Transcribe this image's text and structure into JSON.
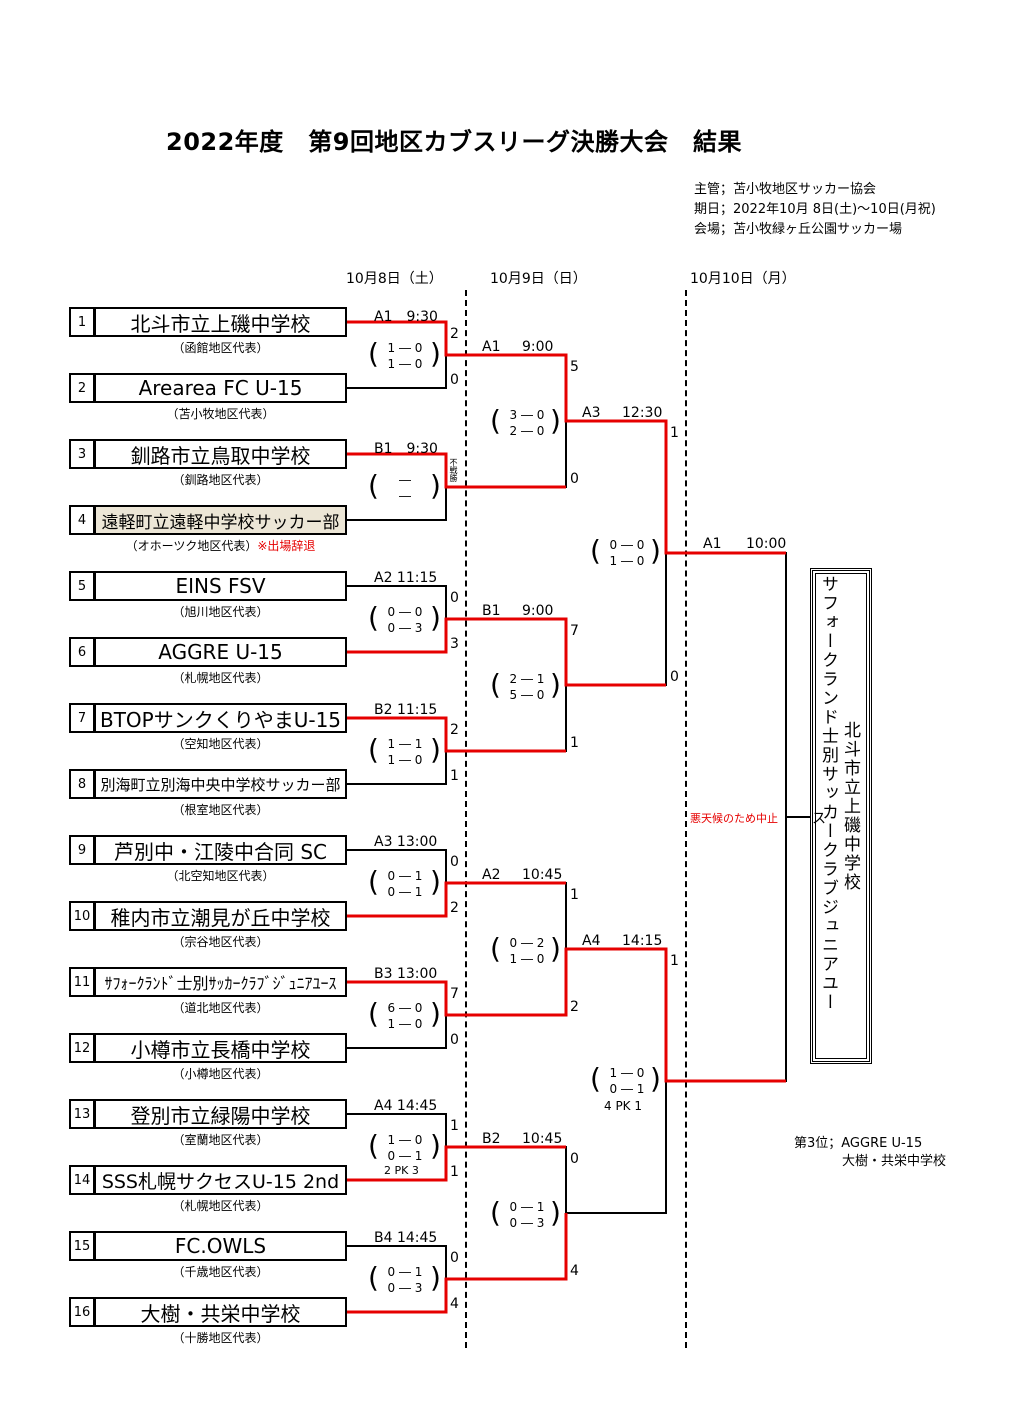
{
  "title": "2022年度　第9回地区カブスリーグ決勝大会　結果",
  "info": {
    "organizer": "主管；苫小牧地区サッカー協会",
    "dates": "期日；2022年10月 8日(土)～10日(月祝)",
    "venue": "会場；苫小牧緑ヶ丘公園サッカー場"
  },
  "days": [
    "10月8日（土）",
    "10月9日（日）",
    "10月10日（月）"
  ],
  "teams": [
    {
      "no": "1",
      "name": "北斗市立上磯中学校",
      "region": "（函館地区代表）"
    },
    {
      "no": "2",
      "name": "Arearea FC U-15",
      "region": "（苫小牧地区代表）"
    },
    {
      "no": "3",
      "name": "釧路市立鳥取中学校",
      "region": "（釧路地区代表）"
    },
    {
      "no": "4",
      "name": "遠軽町立遠軽中学校サッカー部",
      "region": "（オホーツク地区代表）",
      "note": "※出場辞退"
    },
    {
      "no": "5",
      "name": "EINS FSV",
      "region": "（旭川地区代表）"
    },
    {
      "no": "6",
      "name": "AGGRE U-15",
      "region": "（札幌地区代表）"
    },
    {
      "no": "7",
      "name": "BTOPサンクくりやまU-15",
      "region": "（空知地区代表）"
    },
    {
      "no": "8",
      "name": "別海町立別海中央中学校サッカー部",
      "region": "（根室地区代表）"
    },
    {
      "no": "9",
      "name": "芦別中・江陵中合同 SC",
      "region": "（北空知地区代表）"
    },
    {
      "no": "10",
      "name": "稚内市立潮見が丘中学校",
      "region": "（宗谷地区代表）"
    },
    {
      "no": "11",
      "name": "ｻﾌｫｰｸﾗﾝﾄﾞ士別ｻｯｶｰｸﾗﾌﾞｼﾞｭﾆｱﾕｰｽ",
      "region": "（道北地区代表）"
    },
    {
      "no": "12",
      "name": "小樽市立長橋中学校",
      "region": "（小樽地区代表）"
    },
    {
      "no": "13",
      "name": "登別市立緑陽中学校",
      "region": "（室蘭地区代表）"
    },
    {
      "no": "14",
      "name": "SSS札幌サクセスU-15 2nd",
      "region": "（札幌地区代表）"
    },
    {
      "no": "15",
      "name": "FC.OWLS",
      "region": "（千歳地区代表）"
    },
    {
      "no": "16",
      "name": "大樹・共栄中学校",
      "region": "（十勝地区代表）"
    }
  ],
  "round1": [
    {
      "label": "A1　9:30",
      "s1": "2",
      "s2": "0",
      "h1": "1 ― 0",
      "h2": "1 ― 0"
    },
    {
      "label": "B1　9:30",
      "s1": "",
      "s2": "",
      "h1": "―",
      "h2": "―",
      "note": "不戦勝"
    },
    {
      "label": "A2 11:15",
      "s1": "0",
      "s2": "3",
      "h1": "0 ― 0",
      "h2": "0 ― 3"
    },
    {
      "label": "B2 11:15",
      "s1": "2",
      "s2": "1",
      "h1": "1 ― 1",
      "h2": "1 ― 0"
    },
    {
      "label": "A3 13:00",
      "s1": "0",
      "s2": "2",
      "h1": "0 ― 1",
      "h2": "0 ― 1"
    },
    {
      "label": "B3 13:00",
      "s1": "7",
      "s2": "0",
      "h1": "6 ― 0",
      "h2": "1 ― 0"
    },
    {
      "label": "A4 14:45",
      "s1": "1",
      "s2": "1",
      "h1": "1 ― 0",
      "h2": "0 ― 1",
      "pk": "2  PK  3"
    },
    {
      "label": "B4 14:45",
      "s1": "0",
      "s2": "4",
      "h1": "0 ― 1",
      "h2": "0 ― 3"
    }
  ],
  "round2": [
    {
      "label": "A1",
      "time": "9:00",
      "s1": "5",
      "s2": "0",
      "h1": "3 ― 0",
      "h2": "2 ― 0"
    },
    {
      "label": "B1",
      "time": "9:00",
      "s1": "7",
      "s2": "1",
      "h1": "2 ― 1",
      "h2": "5 ― 0"
    },
    {
      "label": "A2",
      "time": "10:45",
      "s1": "1",
      "s2": "2",
      "h1": "0 ― 2",
      "h2": "1 ― 0"
    },
    {
      "label": "B2",
      "time": "10:45",
      "s1": "0",
      "s2": "4",
      "h1": "0 ― 1",
      "h2": "0 ― 3"
    }
  ],
  "semis": [
    {
      "label": "A3",
      "time": "12:30",
      "s1": "1",
      "s2": "0",
      "h1": "0 ― 0",
      "h2": "1 ― 0"
    },
    {
      "label": "A4",
      "time": "14:15",
      "s1": "1",
      "s2": "",
      "h1": "1 ― 0",
      "h2": "0 ― 1",
      "pk": "4  PK  1"
    }
  ],
  "final": {
    "label": "A1",
    "time": "10:00",
    "note": "悪天候のため中止",
    "mark": "ス"
  },
  "winners": {
    "col1": "サフォークランド士別サッカークラブジュニアユー",
    "col2": "北斗市立上磯中学校"
  },
  "third": {
    "label": "第3位；AGGRE U-15",
    "team2": "大樹・共栄中学校"
  },
  "colors": {
    "win_line": "#e60000",
    "line": "#000000",
    "note": "#e60000",
    "highlight_bg": "#ece6d6"
  }
}
